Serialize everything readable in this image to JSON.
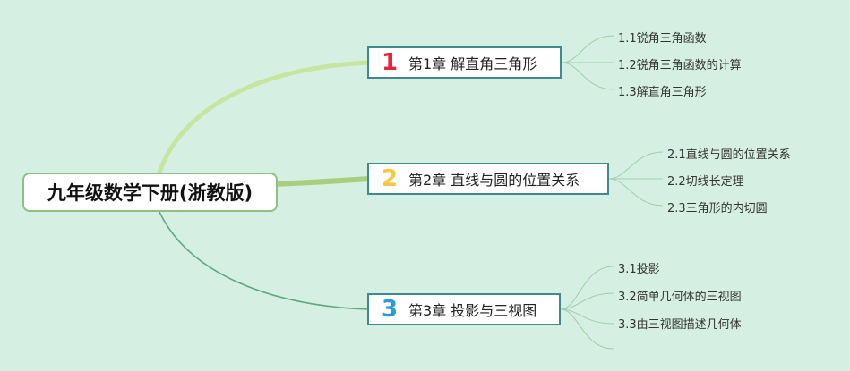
{
  "root": {
    "title": "九年级数学下册(浙教版)"
  },
  "chapters": [
    {
      "number": "1",
      "number_color": "#e8243c",
      "title": "第1章 解直角三角形",
      "topics": [
        "1.1锐角三角函数",
        "1.2锐角三角函数的计算",
        "1.3解直角三角形"
      ]
    },
    {
      "number": "2",
      "number_color": "#f5c842",
      "title": "第2章 直线与圆的位置关系",
      "topics": [
        "2.1直线与圆的位置关系",
        "2.2切线长定理",
        "2.3三角形的内切圆"
      ]
    },
    {
      "number": "3",
      "number_color": "#2b9ad8",
      "title": "第3章 投影与三视图",
      "topics": [
        "3.1投影",
        "3.2简单几何体的三视图",
        "3.3由三视图描述几何体"
      ]
    }
  ],
  "colors": {
    "background": "#d5f0e2",
    "branch_1": "#c6e6a0",
    "branch_2": "#a7cf7f",
    "branch_3": "#5ea77f",
    "leaf_line": "#9fcfa8"
  }
}
